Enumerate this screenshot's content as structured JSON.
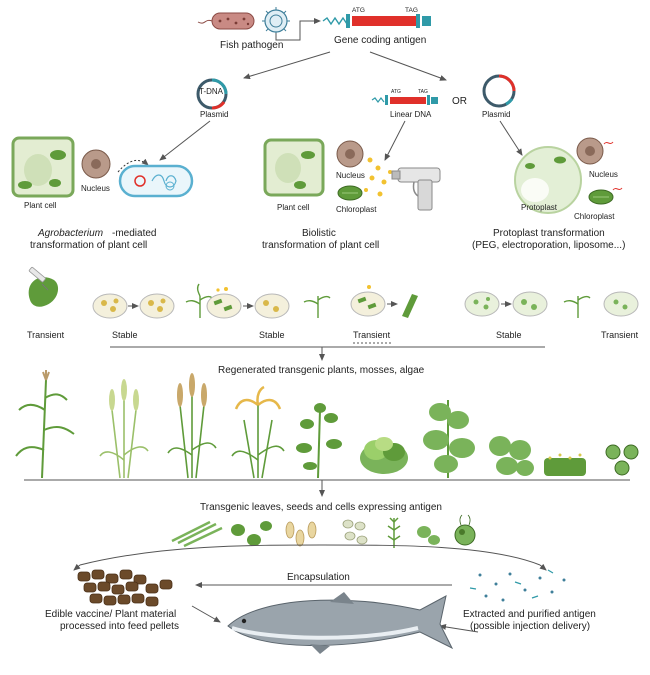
{
  "header": {
    "fish_pathogen": "Fish pathogen",
    "gene_coding_antigen": "Gene coding antigen",
    "atg": "ATG",
    "tag": "TAG"
  },
  "vectors": {
    "tdna": "T-DNA",
    "plasmid_left": "Plasmid",
    "linear_dna": "Linear DNA",
    "or": "OR",
    "plasmid_right": "Plasmid",
    "atg_small": "ATG",
    "tag_small": "TAG"
  },
  "methods": {
    "agro": {
      "plant_cell": "Plant cell",
      "nucleus": "Nucleus",
      "title_italic": "Agrobacterium",
      "title_rest": "-mediated",
      "title_line2": "transformation of plant cell"
    },
    "biolistic": {
      "nucleus": "Nucleus",
      "plant_cell": "Plant cell",
      "chloroplast": "Chloroplast",
      "title_line1": "Biolistic",
      "title_line2": "transformation of plant cell"
    },
    "protoplast": {
      "nucleus": "Nucleus",
      "protoplast": "Protoplast",
      "chloroplast": "Chloroplast",
      "title_line1": "Protoplast transformation",
      "title_line2": "(PEG, electroporation, liposome...)"
    }
  },
  "expression": {
    "transient_1": "Transient",
    "stable_1": "Stable",
    "stable_2": "Stable",
    "transient_2": "Transient",
    "stable_3": "Stable",
    "transient_3": "Transient"
  },
  "regenerated": "Regenerated transgenic plants, mosses, algae",
  "transgenic_tissues": "Transgenic leaves, seeds and cells expressing antigen",
  "encapsulation": "Encapsulation",
  "edible": {
    "line1": "Edible vaccine/ Plant material",
    "line2": "processed into feed pellets"
  },
  "extracted": {
    "line1": "Extracted and purified antigen",
    "line2": "(possible injection delivery)"
  },
  "colors": {
    "arrow": "#555555",
    "gene_red": "#e0302a",
    "gene_teal": "#2f9aa8",
    "plant_green": "#5f9b3a",
    "cell_wall": "#7aa85a",
    "nucleus": "#9b7a6a",
    "pellet": "#6b4a2a",
    "fish": "#8a949c"
  }
}
